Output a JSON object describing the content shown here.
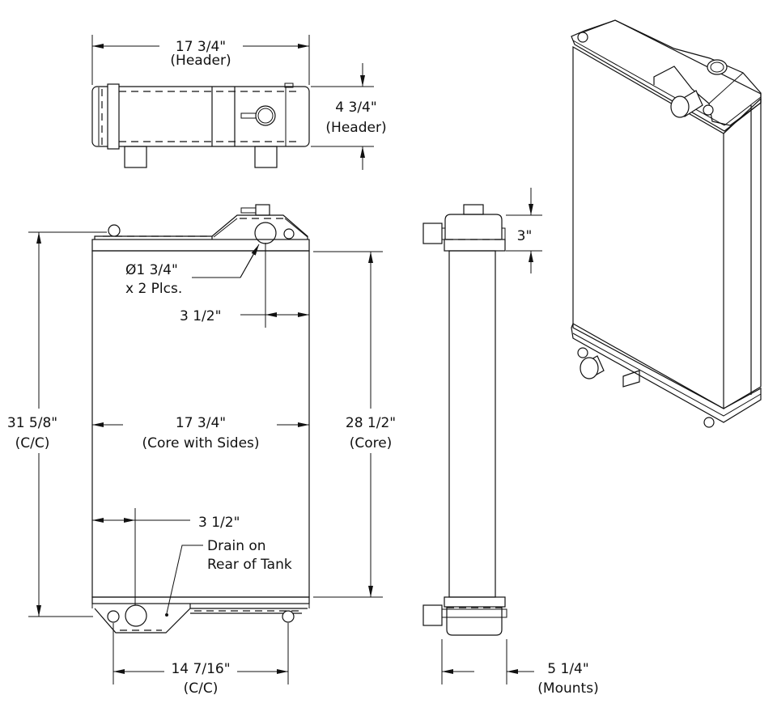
{
  "top_view": {
    "width_value": "17 3/4\"",
    "width_label": "(Header)",
    "depth_value": "4 3/4\"",
    "depth_label": "(Header)"
  },
  "front_view": {
    "port_diameter": "Ø1 3/4\"",
    "port_qty": "x 2 Plcs.",
    "top_port_offset": "3 1/2\"",
    "overall_height_value": "31 5/8\"",
    "overall_height_label": "(C/C)",
    "core_width_value": "17 3/4\"",
    "core_width_label": "(Core with Sides)",
    "core_height_value": "28 1/2\"",
    "core_height_label": "(Core)",
    "bottom_port_offset": "3 1/2\"",
    "drain_note_line1": "Drain on",
    "drain_note_line2": "Rear of Tank",
    "mount_spacing_value": "14 7/16\"",
    "mount_spacing_label": "(C/C)"
  },
  "side_view": {
    "tank_height": "3\"",
    "mount_depth_value": "5 1/4\"",
    "mount_depth_label": "(Mounts)"
  }
}
